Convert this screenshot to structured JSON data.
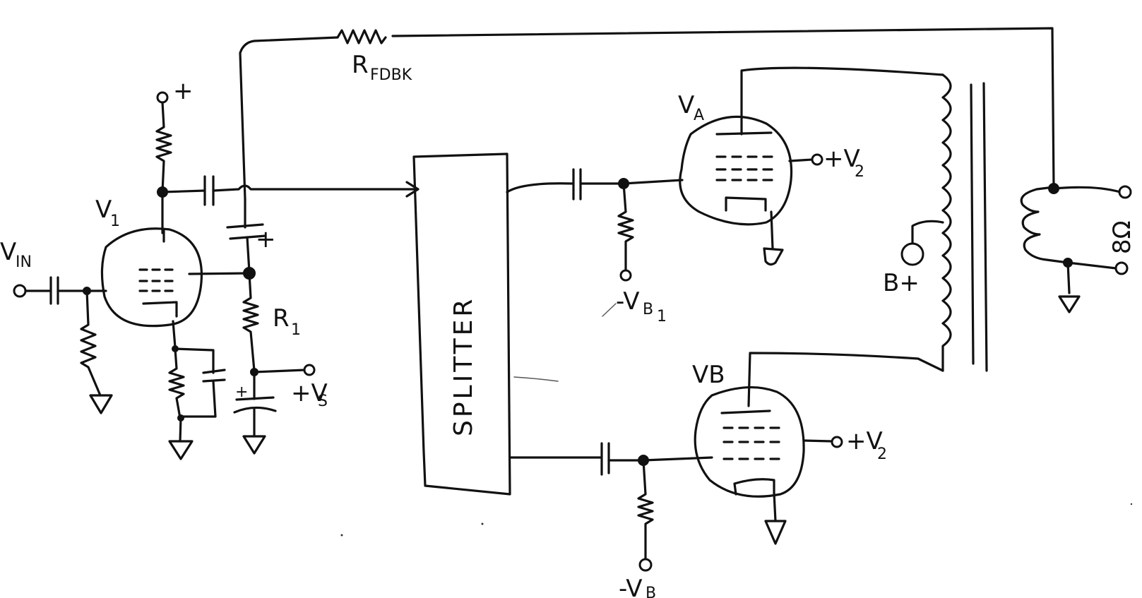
{
  "labels": {
    "rfdbk_main": "R",
    "rfdbk_sub": "FDBK",
    "v1_main": "V",
    "v1_sub": "1",
    "vin_main": "V",
    "vin_sub": "IN",
    "v1_plus": "+",
    "cap_plus": "+",
    "r1_main": "R",
    "r1_sub": "1",
    "vs_main": "+V",
    "vs_sub": "S",
    "cs_plus": "+",
    "splitter": "SPLITTER",
    "va_main": "V",
    "va_sub": "A",
    "va_v2_main": "+V",
    "va_v2_sub": "2",
    "vb1_main": "-V",
    "vb1_sub": "B",
    "vb1_sub2": "1",
    "bplus": "B+",
    "vb": "VB",
    "vb_v2_main": "+V",
    "vb_v2_sub": "2",
    "vb2_main": "-V",
    "vb2_sub": "B",
    "speaker": "8Ω"
  }
}
